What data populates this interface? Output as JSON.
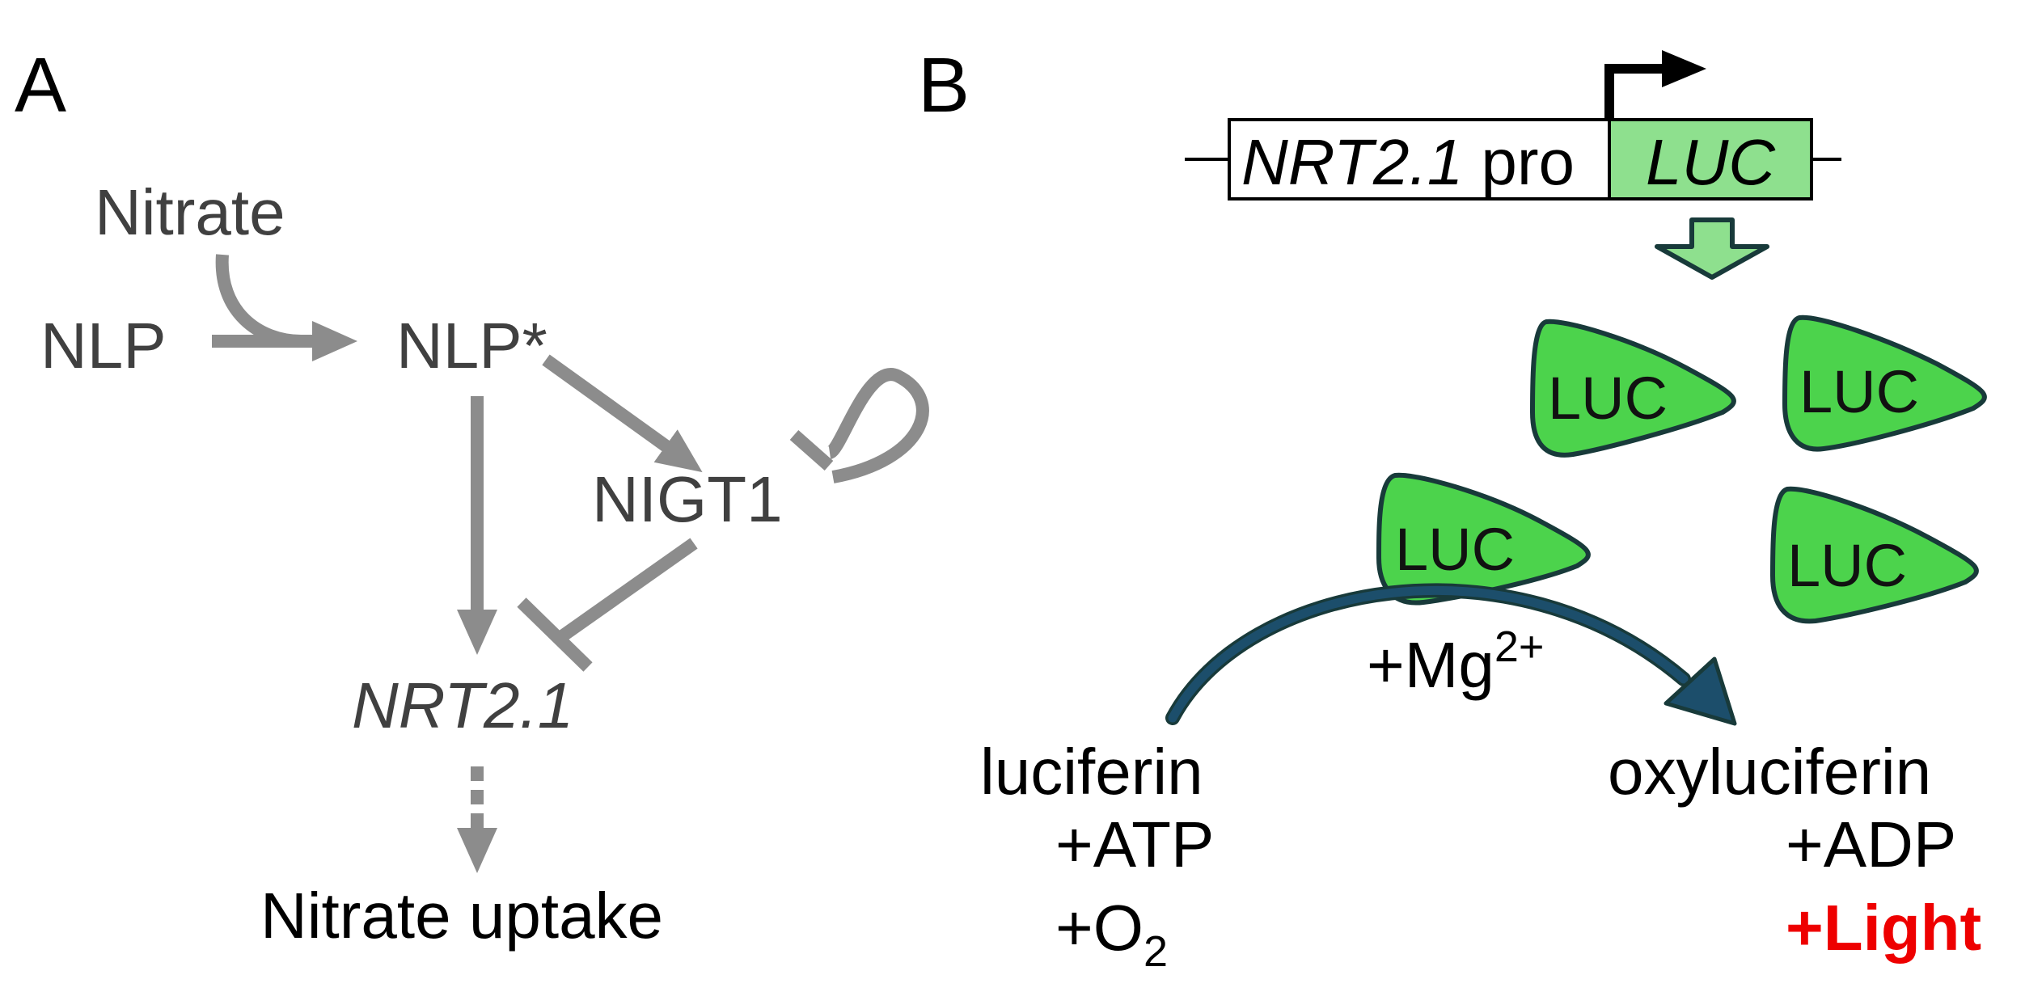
{
  "panel_a": {
    "label": "A",
    "nodes": {
      "nitrate": "Nitrate",
      "nlp": "NLP",
      "nlp_active": "NLP*",
      "nigt1": "NIGT1",
      "nrt21": "NRT2.1",
      "nitrate_uptake": "Nitrate uptake"
    }
  },
  "panel_b": {
    "label": "B",
    "construct": {
      "promoter_gene": "NRT2.1",
      "promoter_suffix": " pro",
      "reporter": "LUC"
    },
    "protein_label": "LUC",
    "reaction": {
      "substrate": "luciferin",
      "atp": "+ATP",
      "o2_prefix": "+O",
      "o2_sub": "2",
      "cofactor_prefix": "+Mg",
      "cofactor_sup": "2+",
      "product": "oxyluciferin",
      "adp": "+ADP",
      "light": "+Light"
    }
  },
  "colors": {
    "gray_arrow": "#8c8c8c",
    "gray_text": "#404040",
    "luc_green": "#4cd34c",
    "luc_box_green": "#8ee08e",
    "luc_outline": "#183a3a",
    "reaction_arrow": "#1c4e6b",
    "light_red": "#ee0000"
  }
}
